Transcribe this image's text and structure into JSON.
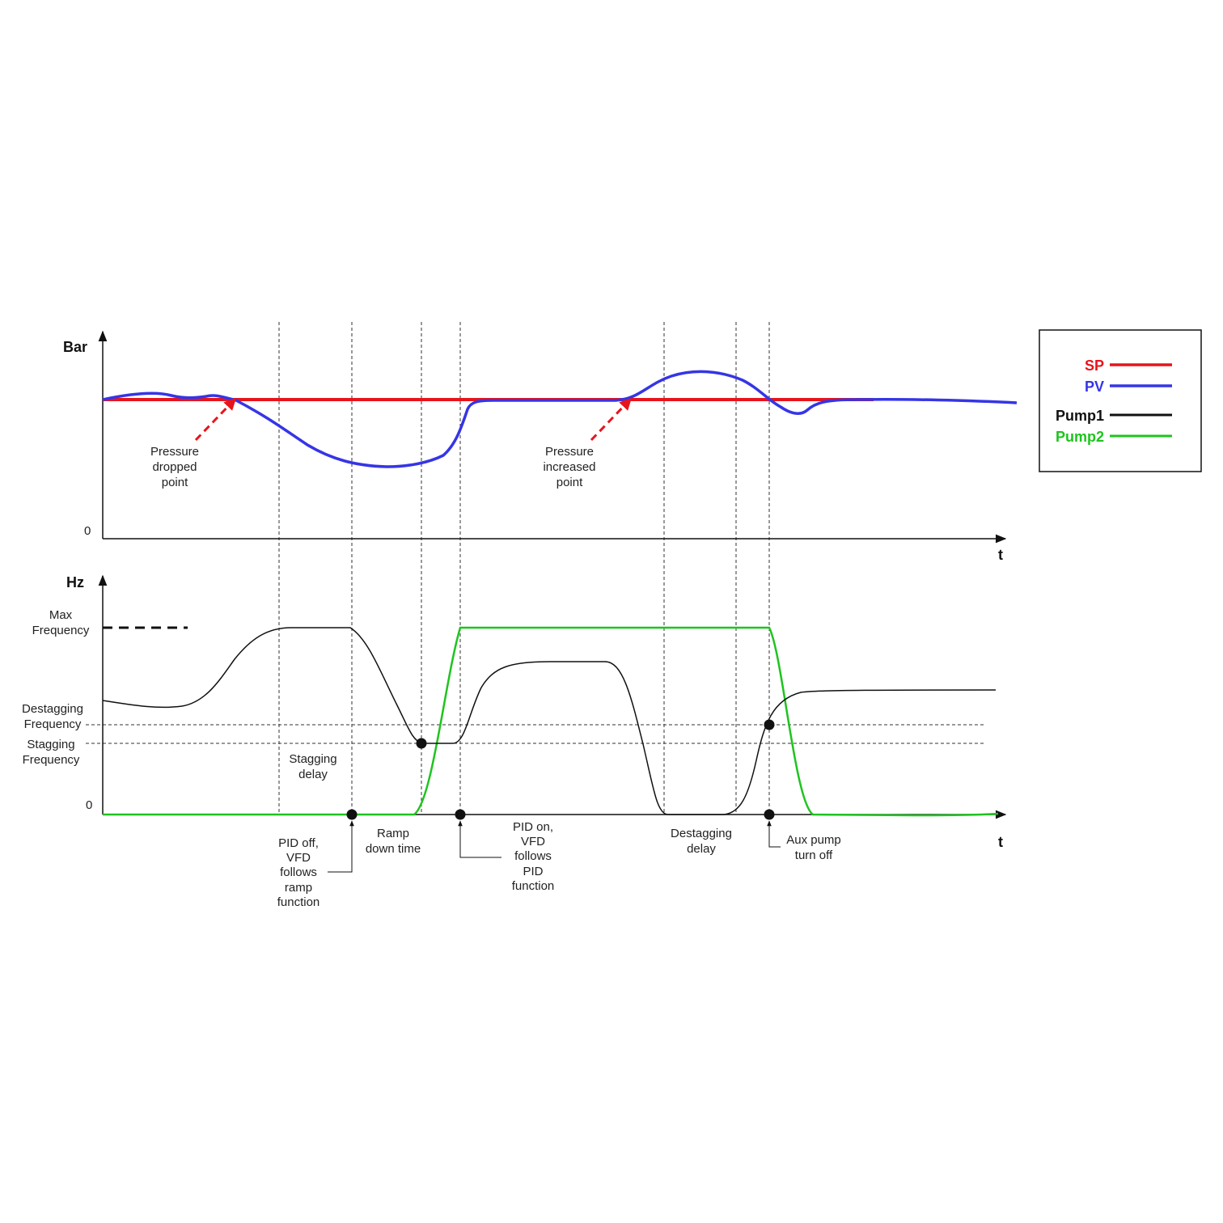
{
  "colors": {
    "sp": "#e8141b",
    "pv": "#3535e6",
    "pump1": "#111111",
    "pump2": "#1ec41e",
    "grid": "#333333",
    "text": "#222222"
  },
  "top_panel": {
    "y_label": "Bar",
    "zero_label": "0",
    "x_label": "t",
    "annotations": {
      "pressure_dropped": [
        "Pressure",
        "dropped",
        "point"
      ],
      "pressure_increased": [
        "Pressure",
        "increased",
        "point"
      ]
    }
  },
  "bottom_panel": {
    "y_label": "Hz",
    "zero_label": "0",
    "x_label": "t",
    "level_labels": {
      "max_frequency": [
        "Max",
        "Frequency"
      ],
      "destaging_frequency": [
        "Destagging",
        "Frequency"
      ],
      "staging_frequency": [
        "Stagging",
        "Frequency"
      ]
    },
    "annotations": {
      "stagging_delay": [
        "Stagging",
        "delay"
      ],
      "pid_off": [
        "PID off,",
        "VFD",
        "follows",
        "ramp",
        "function"
      ],
      "ramp_down": [
        "Ramp",
        "down time"
      ],
      "pid_on": [
        "PID on,",
        "VFD",
        "follows",
        "PID",
        "function"
      ],
      "destagging_delay": [
        "Destagging",
        "delay"
      ],
      "aux_pump_off": [
        "Aux pump",
        "turn off"
      ]
    }
  },
  "legend": {
    "sp": "SP",
    "pv": "PV",
    "pump1": "Pump1",
    "pump2": "Pump2"
  }
}
